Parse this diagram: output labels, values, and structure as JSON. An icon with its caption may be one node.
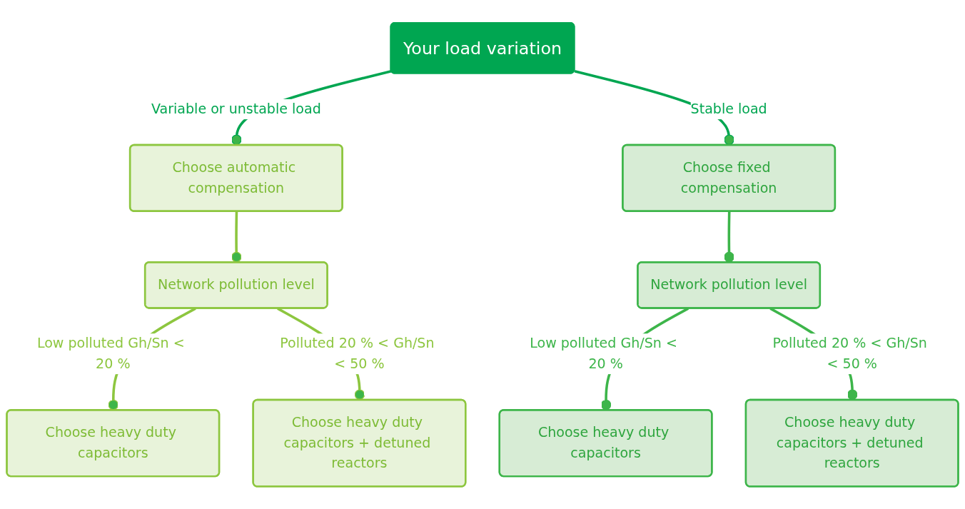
{
  "diagram": {
    "nodes": [
      {
        "text": [
          "Your load variation"
        ]
      },
      {
        "text": [
          "Choose automatic compensation"
        ]
      },
      {
        "text": [
          "Network pollution level"
        ]
      },
      {
        "text": [
          "Choose heavy duty capacitors"
        ]
      },
      {
        "text": [
          "Choose heavy duty capacitors + detuned reactors"
        ]
      },
      {
        "text": [
          "Choose fixed compensation"
        ]
      },
      {
        "text": [
          "Network pollution level"
        ]
      },
      {
        "text": [
          "Choose heavy duty capacitors"
        ]
      },
      {
        "text": [
          "Choose heavy duty capacitors + detuned reactors"
        ]
      }
    ],
    "edges": [
      {
        "from": 0,
        "to": 1,
        "arrow": "other",
        "label": "Variable or unstable load",
        "color": "#00a651"
      },
      {
        "from": 0,
        "to": 5,
        "arrow": "other",
        "label": "Stable load",
        "color": "#00a651"
      },
      {
        "from": 1,
        "to": 2,
        "arrow": "other",
        "color": "#8dc63f"
      },
      {
        "from": 2,
        "to": 3,
        "arrow": "other",
        "label": "Low polluted Gh/Sn < 20 %",
        "color": "#8dc63f"
      },
      {
        "from": 2,
        "to": 4,
        "arrow": "other",
        "label": "Polluted 20 % < Gh/Sn < 50 %",
        "color": "#8dc63f"
      },
      {
        "from": 5,
        "to": 6,
        "arrow": "other",
        "color": "#3db54a"
      },
      {
        "from": 6,
        "to": 7,
        "arrow": "other",
        "label": "Low polluted Gh/Sn < 20 %",
        "color": "#3db54a"
      },
      {
        "from": 6,
        "to": 8,
        "arrow": "other",
        "label": "Polluted 20 % < Gh/Sn < 50 %",
        "color": "#3db54a"
      }
    ]
  }
}
